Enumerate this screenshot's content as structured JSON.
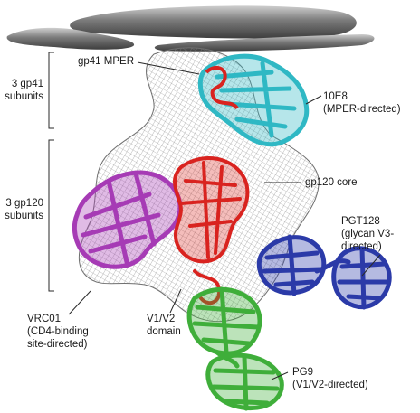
{
  "labels": {
    "gp41_mper": "gp41 MPER",
    "gp41_subunits_1": "3 gp41",
    "gp41_subunits_2": "subunits",
    "gp120_subunits_1": "3 gp120",
    "gp120_subunits_2": "subunits",
    "e8_name": "10E8",
    "e8_desc": "(MPER-directed)",
    "gp120_core": "gp120 core",
    "pgt128_name": "PGT128",
    "pgt128_desc_1": "(glycan V3-",
    "pgt128_desc_2": "directed)",
    "vrc01_name": "VRC01",
    "vrc01_desc_1": "(CD4-binding",
    "vrc01_desc_2": "site-directed)",
    "v1v2_1": "V1/V2",
    "v1v2_2": "domain",
    "pg9_name": "PG9",
    "pg9_desc": "(V1/V2-directed)"
  },
  "colors": {
    "membrane": "#8a8a8a",
    "mesh": "#8c8c8c",
    "antibody_10E8": "#2fb8c4",
    "antibody_VRC01": "#a63bb5",
    "gp120_core": "#d9231f",
    "antibody_PGT128": "#2b3aa8",
    "antibody_PG9": "#3fae3a"
  }
}
